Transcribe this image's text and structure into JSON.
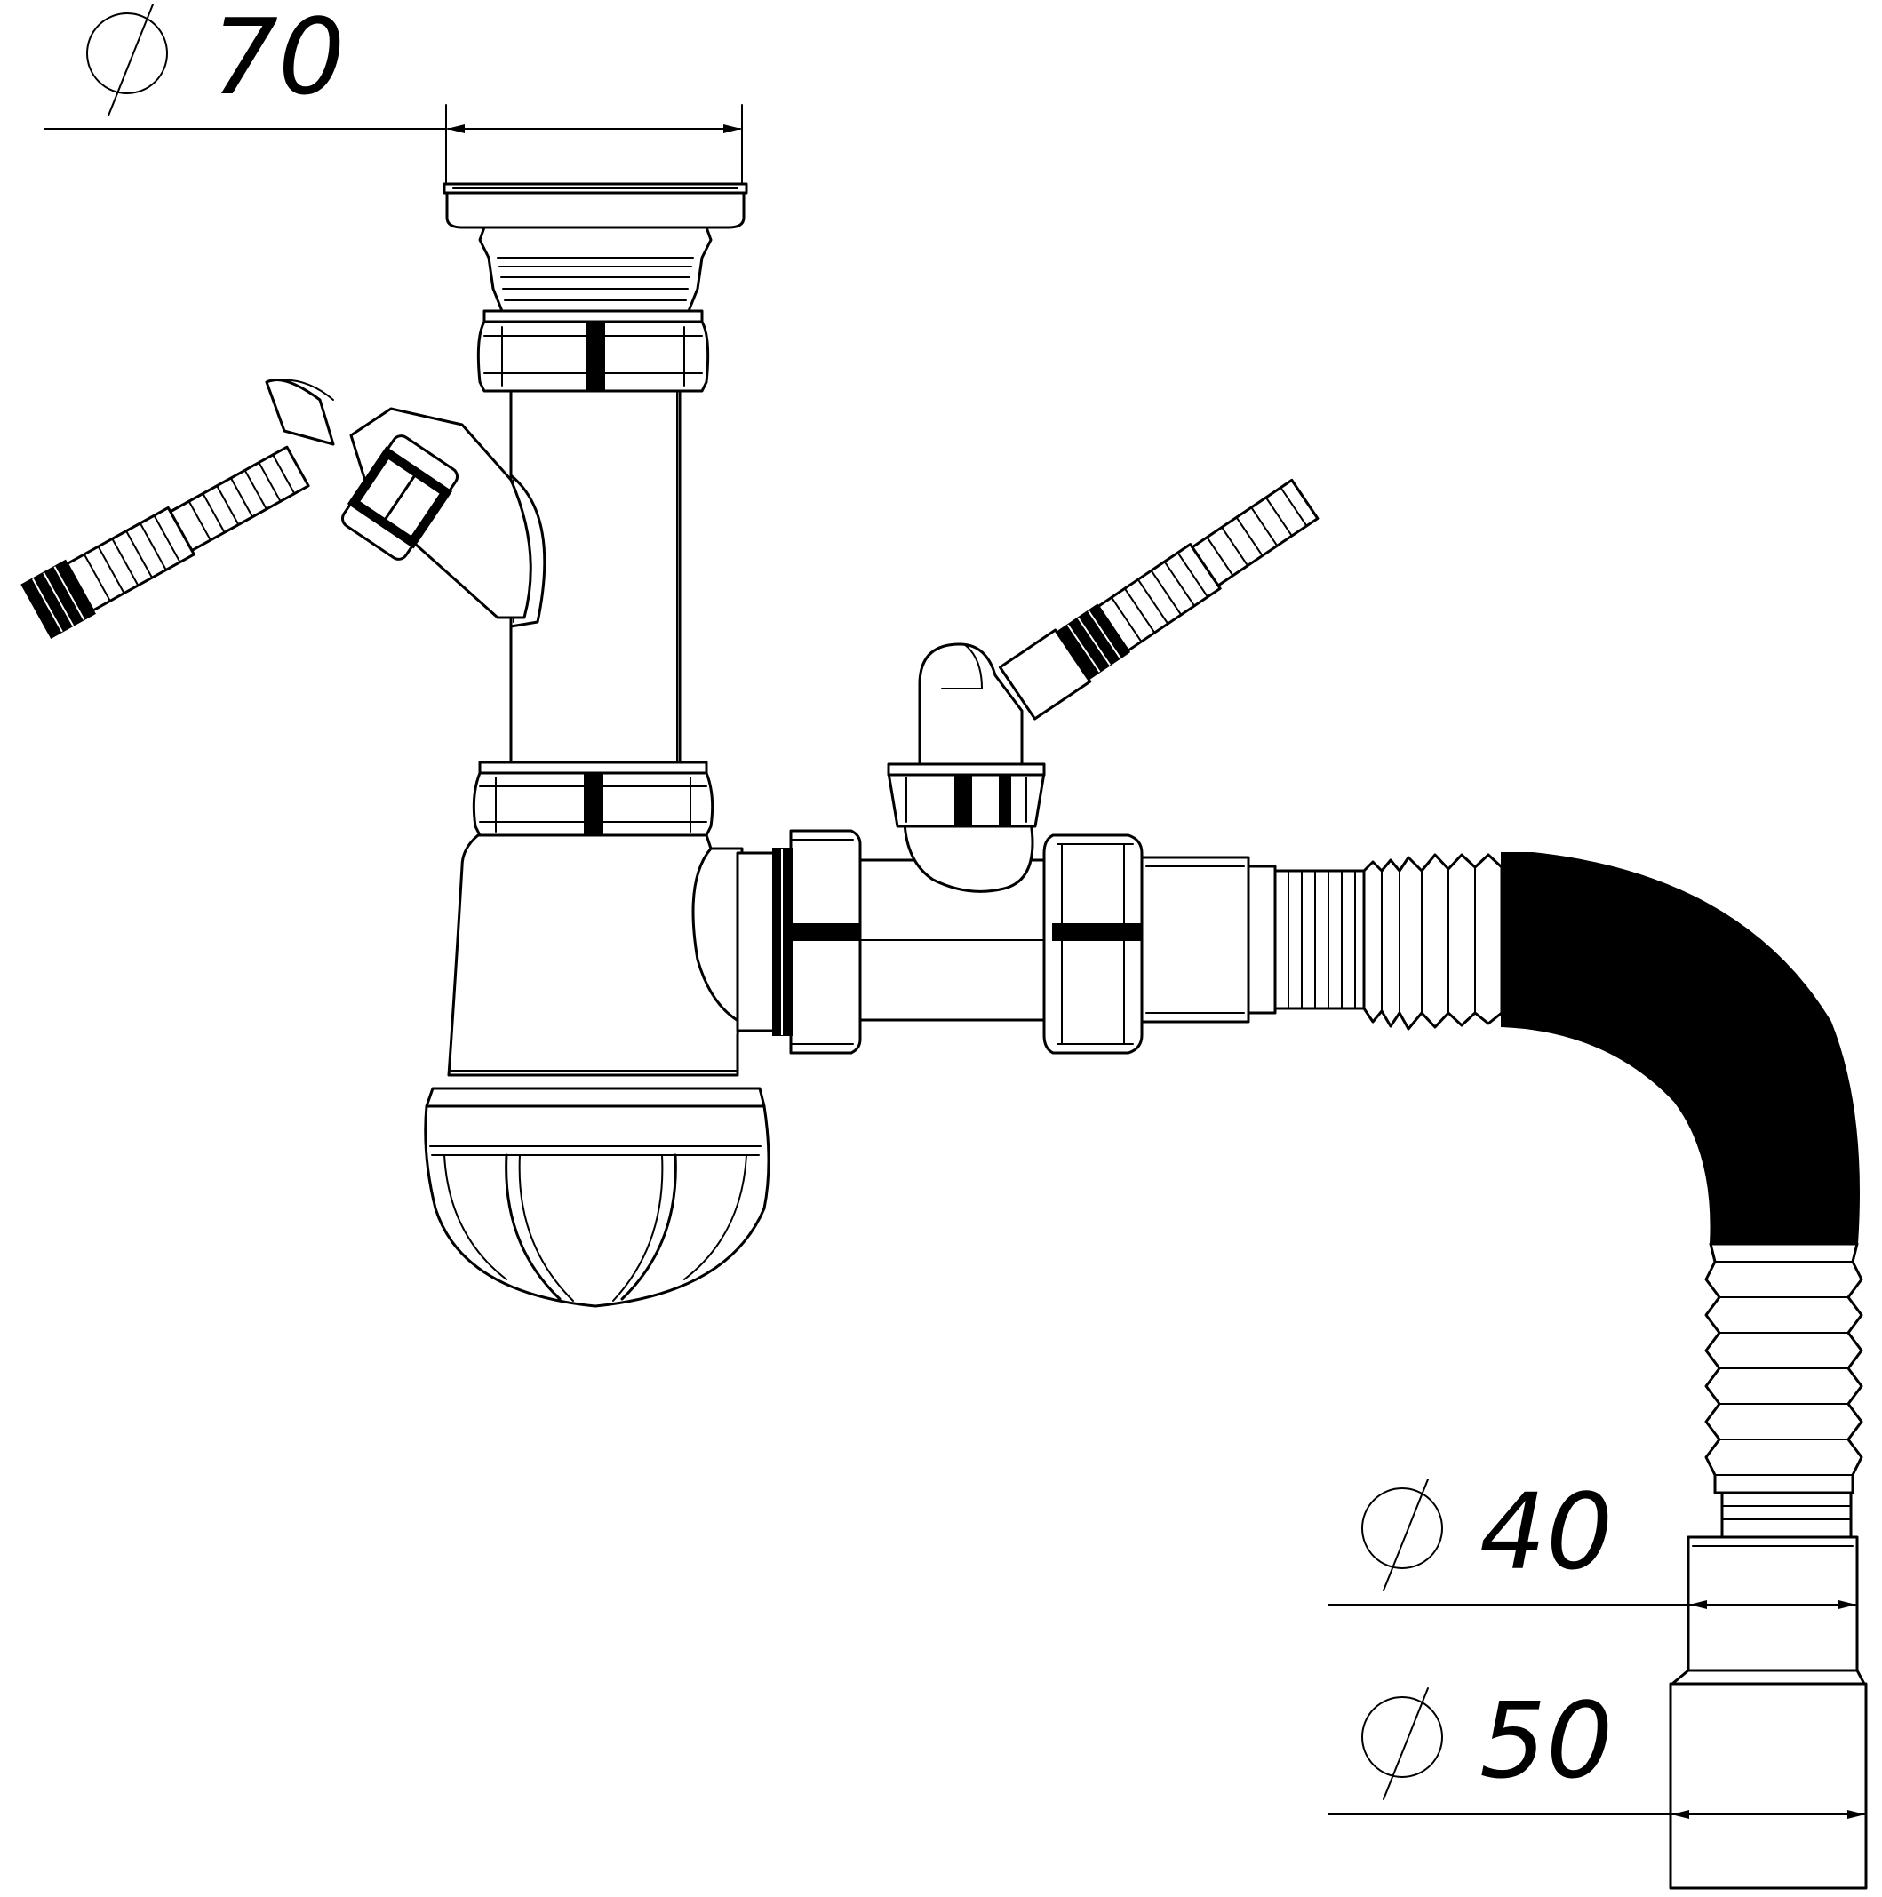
{
  "dimensions": {
    "d70": {
      "symbol": "⌀",
      "value": "70"
    },
    "d40": {
      "symbol": "⌀",
      "value": "40"
    },
    "d50": {
      "symbol": "⌀",
      "value": "50"
    }
  },
  "colors": {
    "line": "#000000",
    "background": "#ffffff",
    "corrugated_hose": "#000000"
  }
}
